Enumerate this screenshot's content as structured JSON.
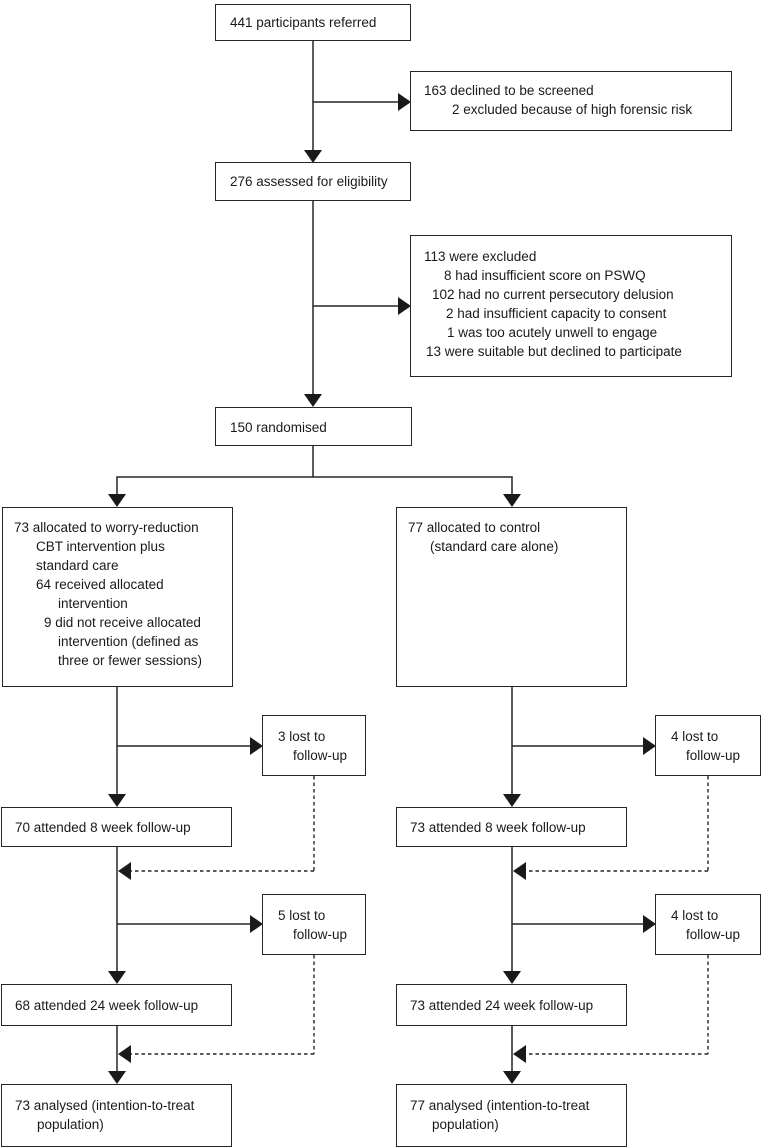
{
  "diagram": {
    "kind": "trial-profile-flowchart",
    "colors": {
      "line": "#262626",
      "text": "#1a1a1a",
      "background": "#ffffff"
    },
    "boxes": {
      "referred": {
        "lines": [
          "441 participants referred"
        ]
      },
      "declined_screening": {
        "lines": [
          "163 declined to be screened",
          "2 excluded because of high forensic risk"
        ]
      },
      "assessed": {
        "lines": [
          "276 assessed for eligibility"
        ]
      },
      "excluded": {
        "lines": [
          "113 were excluded",
          "8 had insufficient score on PSWQ",
          "102 had no current persecutory delusion",
          "2 had insufficient capacity to consent",
          "1 was too acutely unwell to engage",
          "13 were suitable but declined to participate"
        ]
      },
      "randomised": {
        "lines": [
          "150 randomised"
        ]
      },
      "allocated_intervention": {
        "lines": [
          "73 allocated to worry-reduction",
          "CBT intervention plus",
          "standard care",
          "64 received allocated",
          "intervention",
          "9 did not receive allocated",
          "intervention (defined as",
          "three or fewer sessions)"
        ]
      },
      "allocated_control": {
        "lines": [
          "77 allocated to control",
          "(standard care alone)"
        ]
      },
      "lost_8wk_intervention": {
        "lines": [
          "3 lost to",
          "follow-up"
        ]
      },
      "lost_8wk_control": {
        "lines": [
          "4 lost to",
          "follow-up"
        ]
      },
      "attended_8wk_intervention": {
        "lines": [
          "70 attended 8 week follow-up"
        ]
      },
      "attended_8wk_control": {
        "lines": [
          "73 attended 8 week follow-up"
        ]
      },
      "lost_24wk_intervention": {
        "lines": [
          "5 lost to",
          "follow-up"
        ]
      },
      "lost_24wk_control": {
        "lines": [
          "4 lost to",
          "follow-up"
        ]
      },
      "attended_24wk_intervention": {
        "lines": [
          "68 attended 24 week follow-up"
        ]
      },
      "attended_24wk_control": {
        "lines": [
          "73 attended 24 week follow-up"
        ]
      },
      "analysed_intervention": {
        "lines": [
          "73 analysed (intention-to-treat",
          "population)"
        ]
      },
      "analysed_control": {
        "lines": [
          "77 analysed (intention-to-treat",
          "population)"
        ]
      }
    }
  }
}
